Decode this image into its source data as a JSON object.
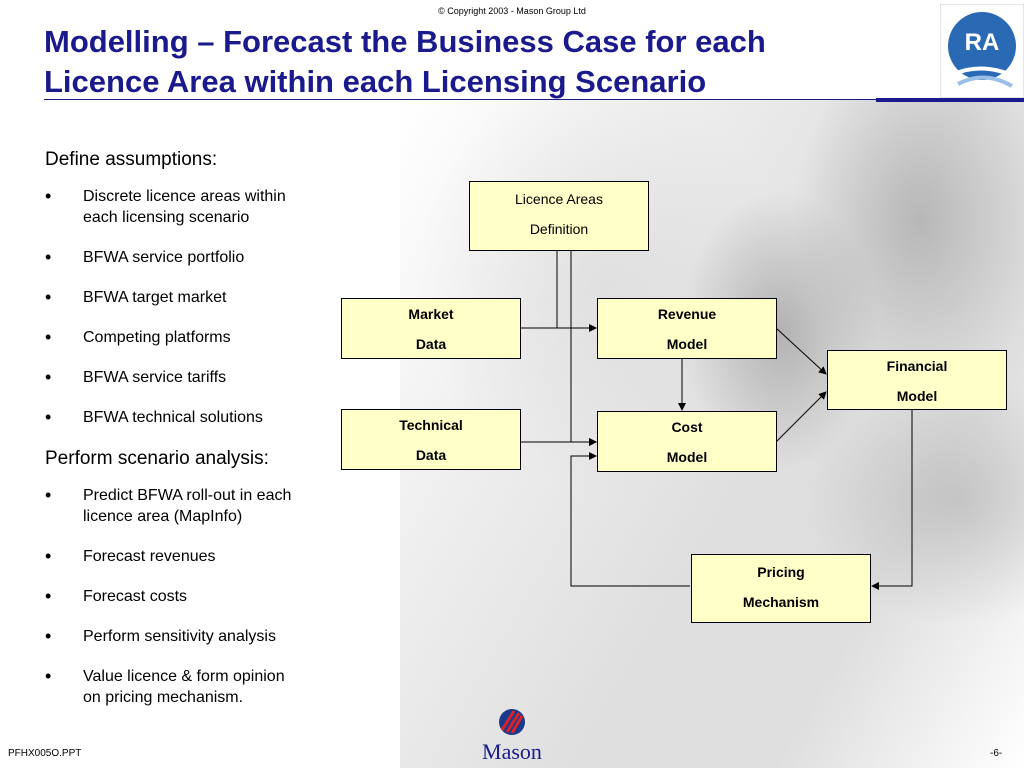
{
  "header": {
    "copyright": "© Copyright 2003 - Mason Group Ltd",
    "title_line1": "Modelling – Forecast the Business Case for each",
    "title_line2": "Licence Area within each Licensing Scenario",
    "logo_text": "RA"
  },
  "left": {
    "section1": "Define assumptions:",
    "items1": [
      [
        "Discrete licence areas within",
        "each licensing scenario"
      ],
      [
        "BFWA service portfolio"
      ],
      [
        "BFWA target market"
      ],
      [
        "Competing platforms"
      ],
      [
        "BFWA service tariffs"
      ],
      [
        "BFWA technical solutions"
      ]
    ],
    "section2": "Perform scenario analysis:",
    "items2": [
      [
        "Predict BFWA roll-out in  each",
        "licence area (MapInfo)"
      ],
      [
        "Forecast revenues"
      ],
      [
        "Forecast costs"
      ],
      [
        "Perform sensitivity analysis"
      ],
      [
        "Value licence & form opinion",
        "on pricing mechanism."
      ]
    ],
    "bullet": "•"
  },
  "diagram": {
    "licence_areas": [
      "Licence Areas",
      "Definition"
    ],
    "market_data": [
      "Market",
      "Data"
    ],
    "revenue_model": [
      "Revenue",
      "Model"
    ],
    "financial_model": [
      "Financial",
      "Model"
    ],
    "technical_data": [
      "Technical",
      "Data"
    ],
    "cost_model": [
      "Cost",
      "Model"
    ],
    "pricing_mechanism": [
      "Pricing",
      "Mechanism"
    ],
    "fill_color": "#ffffc8",
    "title_color": "#1a1a8c"
  },
  "footer": {
    "left": "PFHX005O.PPT",
    "right": "-6-",
    "brand": "Mason"
  }
}
